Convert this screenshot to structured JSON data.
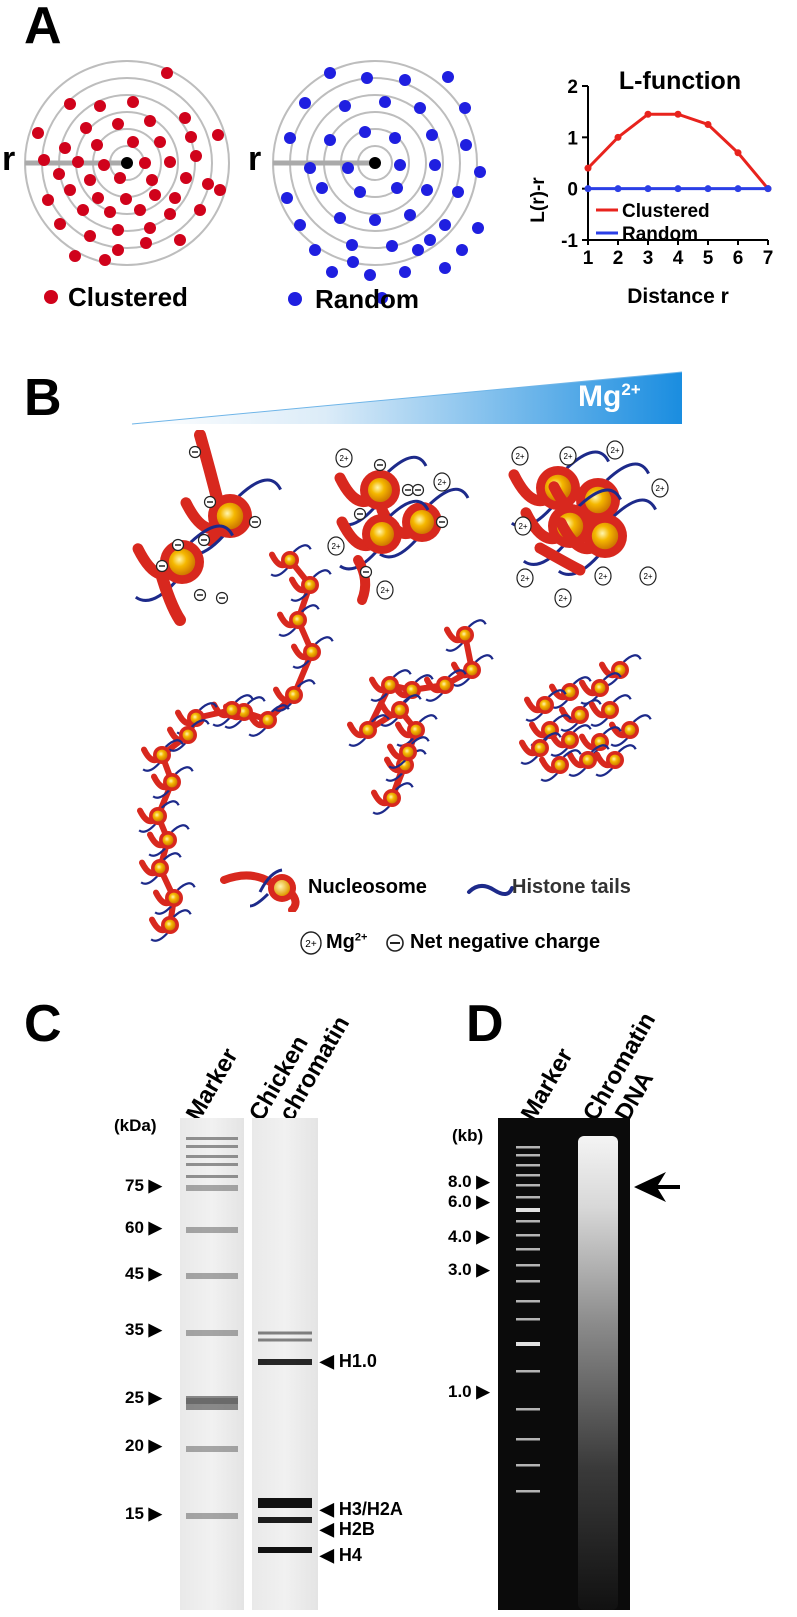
{
  "panels": {
    "a": "A",
    "b": "B",
    "c": "C",
    "d": "D"
  },
  "panel_a": {
    "r_label": "r",
    "legend_clustered": "Clustered",
    "legend_random": "Random",
    "colors": {
      "clustered": "#d0021b",
      "random": "#1f1fe0",
      "rings": "#bdbdbd"
    }
  },
  "chart_data": {
    "type": "line",
    "title": "L-function",
    "xlabel": "Distance r",
    "ylabel": "L(r)-r",
    "x": [
      1,
      2,
      3,
      4,
      5,
      6,
      7
    ],
    "xlim": [
      1,
      7
    ],
    "ylim": [
      -1,
      2
    ],
    "yticks": [
      -1,
      0,
      1,
      2
    ],
    "series": [
      {
        "name": "Clustered",
        "color": "#e8231d",
        "values": [
          0.4,
          1.0,
          1.45,
          1.45,
          1.25,
          0.7,
          0.0
        ]
      },
      {
        "name": "Random",
        "color": "#2b3fe6",
        "values": [
          0,
          0,
          0,
          0,
          0,
          0,
          0
        ]
      }
    ],
    "legend": "bottom-left"
  },
  "panel_b": {
    "gradient_label": "Mg",
    "gradient_sup": "2+",
    "legend_nucleosome": "Nucleosome",
    "legend_tails": "Histone tails",
    "legend_mg": "Mg",
    "legend_mg_sup": "2+",
    "legend_charge": "Net negative charge",
    "colors": {
      "dna": "#d8281e",
      "tails": "#1d2a8a",
      "core": "#f5b800",
      "gradient": "#1a8de0"
    }
  },
  "panel_c": {
    "lane_marker": "Marker",
    "lane_chromatin_1": "Chicken",
    "lane_chromatin_2": "chromatin",
    "unit": "(kDa)",
    "ladder": [
      "75",
      "60",
      "45",
      "35",
      "25",
      "20",
      "15"
    ],
    "bands": [
      "H1.0",
      "H3/H2A",
      "H2B",
      "H4"
    ]
  },
  "panel_d": {
    "lane_marker": "Marker",
    "lane_chromatin_1": "Chromatin",
    "lane_chromatin_2": "DNA",
    "unit": "(kb)",
    "ladder": [
      "8.0",
      "6.0",
      "4.0",
      "3.0",
      "1.0"
    ]
  }
}
